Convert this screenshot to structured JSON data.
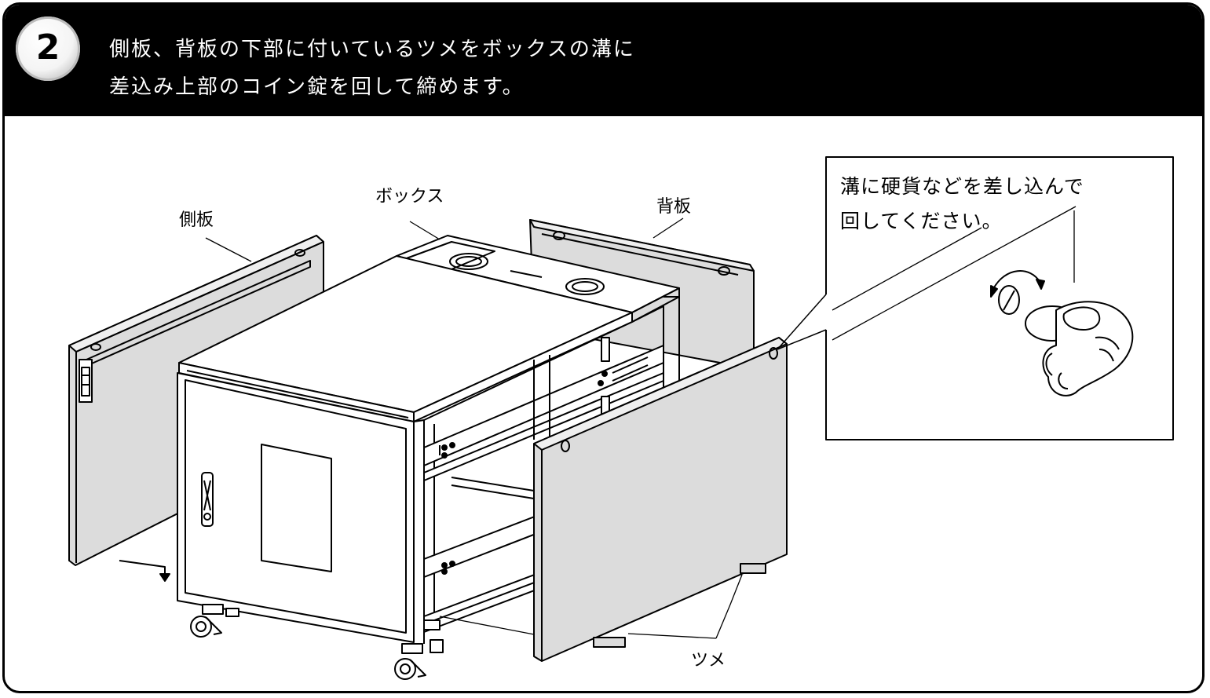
{
  "step": {
    "number": "2",
    "line1": "側板、背板の下部に付いているツメをボックスの溝に",
    "line2": "差込み上部のコイン錠を回して締めます。"
  },
  "labels": {
    "side_panel": "側板",
    "box": "ボックス",
    "back_panel": "背板",
    "tab": "ツメ"
  },
  "callout": {
    "line1": "溝に硬貨などを差し込んで",
    "line2": "回してください。"
  }
}
